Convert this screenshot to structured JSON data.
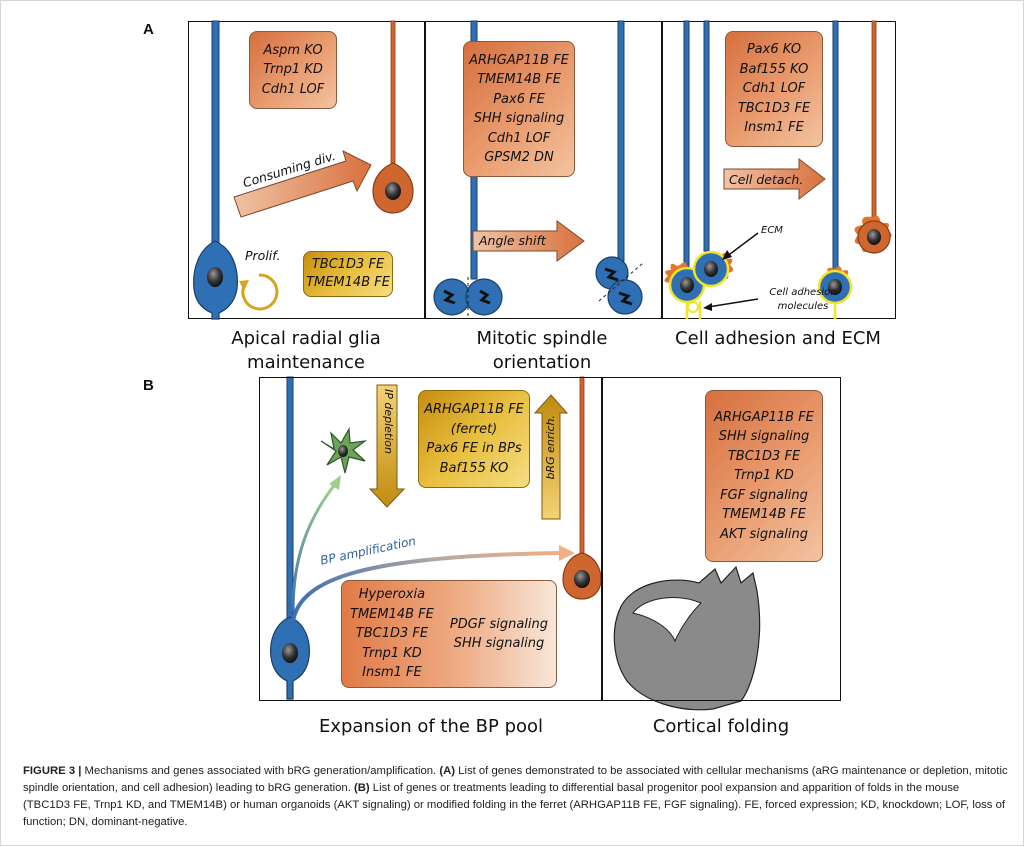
{
  "panel_a": {
    "letter": "A",
    "sections": [
      {
        "title": "Apical radial glia\nmaintenance",
        "box_main": [
          "Aspm KO",
          "Trnp1 KD",
          "Cdh1 LOF"
        ],
        "arrow": "Consuming div.",
        "prolif": "Prolif.",
        "box_gold": [
          "TBC1D3 FE",
          "TMEM14B FE"
        ]
      },
      {
        "title": "Mitotic spindle\norientation",
        "box_main": [
          "ARHGAP11B FE",
          "TMEM14B FE",
          "Pax6 FE",
          "SHH signaling",
          "Cdh1 LOF",
          "GPSM2 DN"
        ],
        "arrow": "Angle shift"
      },
      {
        "title": "Cell adhesion and ECM",
        "box_main": [
          "Pax6 KO",
          "Baf155 KO",
          "Cdh1 LOF",
          "TBC1D3 FE",
          "Insm1 FE"
        ],
        "arrow": "Cell detach.",
        "ecm": "ECM",
        "adhesion": "Cell adhesion\nmolecules"
      }
    ]
  },
  "panel_b": {
    "letter": "B",
    "ip_depletion": "IP depletion",
    "brg_enrich": "bRG enrich.",
    "bp_amplification": "BP amplification",
    "box_gold": [
      "ARHGAP11B FE",
      "(ferret)",
      "Pax6 FE in BPs",
      "Baf155 KO"
    ],
    "box_bottom_left": [
      "Hyperoxia",
      "TMEM14B FE",
      "TBC1D3 FE",
      "Trnp1 KD",
      "Insm1 FE"
    ],
    "box_bottom_right": [
      "PDGF signaling",
      "SHH signaling"
    ],
    "box_right": [
      "ARHGAP11B FE",
      "SHH signaling",
      "TBC1D3 FE",
      "Trnp1 KD",
      "FGF signaling",
      "TMEM14B FE",
      "AKT signaling"
    ],
    "titles": [
      "Expansion of the BP pool",
      "Cortical folding"
    ]
  },
  "caption": {
    "label": "FIGURE 3 |",
    "text": " Mechanisms and genes associated with bRG generation/amplification. ",
    "a_label": "(A)",
    "a_text": " List of genes demonstrated to be associated with cellular mechanisms (aRG maintenance or depletion, mitotic spindle orientation, and cell adhesion) leading to bRG generation. ",
    "b_label": "(B)",
    "b_text": " List of genes or treatments leading to differential basal progenitor pool expansion and apparition of folds in the mouse (TBC1D3 FE, Trnp1 KD, and TMEM14B) or human organoids (AKT signaling) or modified folding in the ferret (ARHGAP11B FE, FGF signaling). FE, forced expression; KD, knockdown; LOF, loss of function; DN, dominant-negative."
  }
}
